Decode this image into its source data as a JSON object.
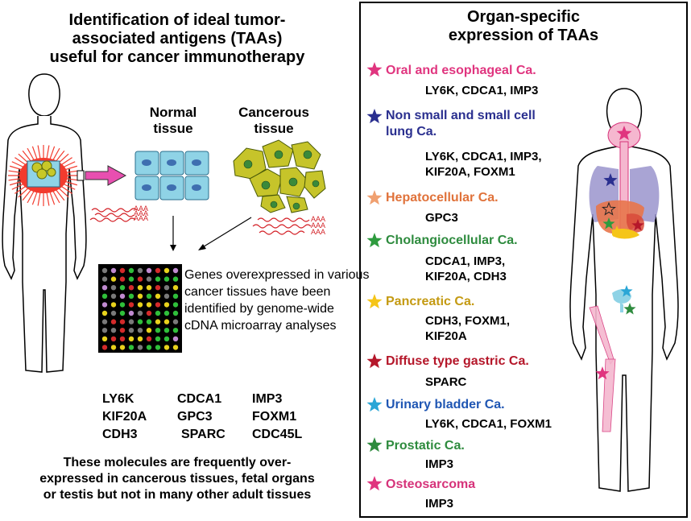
{
  "left": {
    "title": "Identification of ideal tumor-\nassociated antigens (TAAs)\nuseful for cancer immunotherapy",
    "normal_label": "Normal\ntissue",
    "cancer_label": "Cancerous\ntissue",
    "aaa": "AAA",
    "description": "Genes overexpressed in various cancer tissues have been identified by genome-wide cDNA microarray  analyses",
    "genes": [
      [
        "LY6K",
        "CDCA1",
        "IMP3"
      ],
      [
        "KIF20A",
        "GPC3",
        "FOXM1"
      ],
      [
        "CDH3",
        "SPARC",
        "CDC45L"
      ]
    ],
    "bottom_text": "These molecules are frequently over-\nexpressed in cancerous tissues, fetal organs\nor testis but not in many other adult tissues"
  },
  "right": {
    "title": "Organ-specific\nexpression of TAAs",
    "items": [
      {
        "cancer": "Oral and esophageal Ca.",
        "taas": "LY6K, CDCA1, IMP3",
        "color": "#e0357f"
      },
      {
        "cancer": "Non small and small cell\nlung Ca.",
        "taas": "LY6K, CDCA1, IMP3,\nKIF20A, FOXM1",
        "color": "#2a2f8f"
      },
      {
        "cancer": "Hepatocellular Ca.",
        "taas": "GPC3",
        "color": "#e0723a"
      },
      {
        "cancer": "Cholangiocellular Ca.",
        "taas": "CDCA1, IMP3,\nKIF20A, CDH3",
        "color": "#2e8b3e"
      },
      {
        "cancer": "Pancreatic Ca.",
        "taas": "CDH3, FOXM1,\nKIF20A",
        "color": "#c49a12"
      },
      {
        "cancer": "Diffuse type gastric Ca.",
        "taas": "SPARC",
        "color": "#b5172a"
      },
      {
        "cancer": "Urinary bladder Ca.",
        "taas": "LY6K, CDCA1, FOXM1",
        "color": "#1f56b3"
      },
      {
        "cancer": "Prostatic Ca.",
        "taas": "IMP3",
        "color": "#2e8b3e"
      },
      {
        "cancer": "Osteosarcoma",
        "taas": "IMP3",
        "color": "#d6337a"
      }
    ],
    "star_colors": [
      "#e0357f",
      "#2a2f8f",
      "#f0a070",
      "#2e9b3e",
      "#f5c518",
      "#b5172a",
      "#2aa6d6",
      "#2e8b3e",
      "#e0357f"
    ]
  }
}
